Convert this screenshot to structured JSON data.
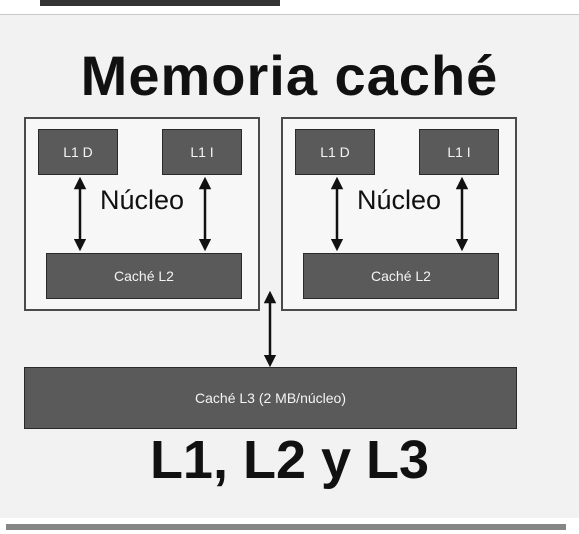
{
  "title": "Memoria caché",
  "cores": [
    {
      "l1d": "L1 D",
      "l1i": "L1 I",
      "label": "Núcleo",
      "l2": "Caché L2"
    },
    {
      "l1d": "L1 D",
      "l1i": "L1 I",
      "label": "Núcleo",
      "l2": "Caché L2"
    }
  ],
  "l3": "Caché L3 (2 MB/núcleo)",
  "subtitle": "L1, L2 y L3",
  "colors": {
    "block": "#5a5a5a",
    "border": "#4a4a4a",
    "text_dark": "#111111",
    "block_text": "#f4f4f4"
  }
}
